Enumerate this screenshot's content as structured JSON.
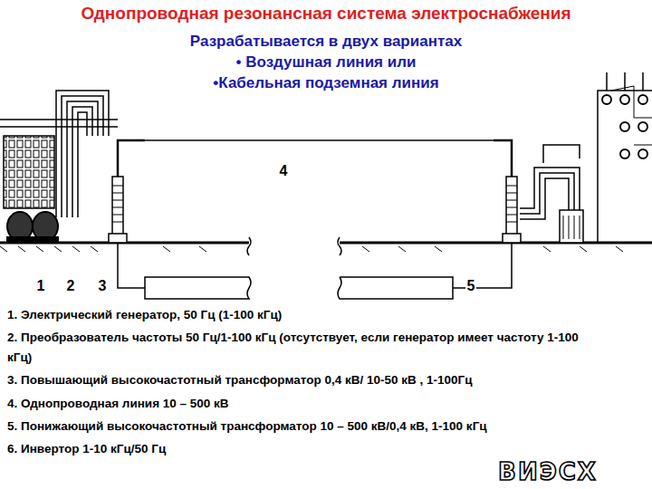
{
  "diagram": {
    "title": "Однопроводная резонансная система электроснабжения",
    "labels": [
      "Разрабатывается в двух вариантах",
      "• Воздушная линия или",
      "•Кабельная подземная линия",
      "4",
      "1",
      "2",
      "3",
      "5",
      "1. Электрический генератор, 50 Гц (1-100 кГц)",
      "2. Преобразователь частоты 50 Гц/1-100 кГц (отсутствует, если генератор имеет частоту 1-100 кГц)",
      "3. Повышающий высокочастотный трансформатор 0,4 кВ/ 10-50 кВ , 1-100Гц",
      "4. Однопроводная линия 10 – 500 кВ",
      "5. Понижающий высокочастотный трансформатор 10 – 500 кВ/0,4 кВ, 1-100 кГц",
      "6. Инвертор 1-10 кГц/50 Гц",
      "ВИЭСХ"
    ]
  }
}
